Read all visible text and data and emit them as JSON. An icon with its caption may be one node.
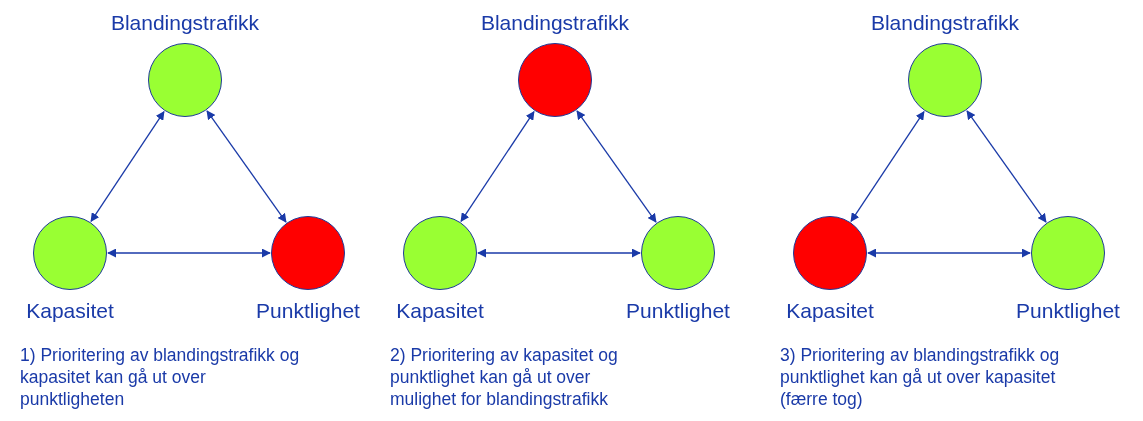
{
  "diagram": {
    "nodes": [
      {
        "text": [],
        "shape": "circle",
        "beside": [
          "Blandingstrafikk"
        ]
      },
      {
        "text": [],
        "shape": "circle",
        "beside": [
          "Kapasitet"
        ]
      },
      {
        "text": [],
        "shape": "circle",
        "beside": [
          "Punktlighet"
        ]
      },
      {
        "text": [],
        "shape": "circle",
        "beside": [
          "Blandingstrafikk"
        ]
      },
      {
        "text": [],
        "shape": "circle",
        "beside": [
          "Kapasitet"
        ]
      },
      {
        "text": [],
        "shape": "circle",
        "beside": [
          "Punktlighet"
        ]
      },
      {
        "text": [],
        "shape": "circle",
        "beside": [
          "Blandingstrafikk"
        ]
      },
      {
        "text": [],
        "shape": "circle",
        "beside": [
          "Kapasitet"
        ]
      },
      {
        "text": [],
        "shape": "circle",
        "beside": [
          "Punktlighet"
        ]
      }
    ],
    "edges": [
      {
        "from": 0,
        "to": 1,
        "arrow": "both"
      },
      {
        "from": 0,
        "to": 2,
        "arrow": "both"
      },
      {
        "from": 1,
        "to": 2,
        "arrow": "both"
      },
      {
        "from": 3,
        "to": 4,
        "arrow": "both"
      },
      {
        "from": 3,
        "to": 5,
        "arrow": "both"
      },
      {
        "from": 4,
        "to": 5,
        "arrow": "both"
      },
      {
        "from": 6,
        "to": 7,
        "arrow": "both"
      },
      {
        "from": 6,
        "to": 8,
        "arrow": "both"
      },
      {
        "from": 7,
        "to": 8,
        "arrow": "both"
      }
    ],
    "labels": [
      "1) Prioritering av blandingstrafikk og kapasitet kan gå ut over punktligheten",
      "2) Prioritering av kapasitet og punktlighet kan gå ut over mulighet for blandingstrafikk",
      "3) Prioritering av blandingstrafikk og punktlighet kan gå ut over kapasitet (færre tog)"
    ]
  }
}
